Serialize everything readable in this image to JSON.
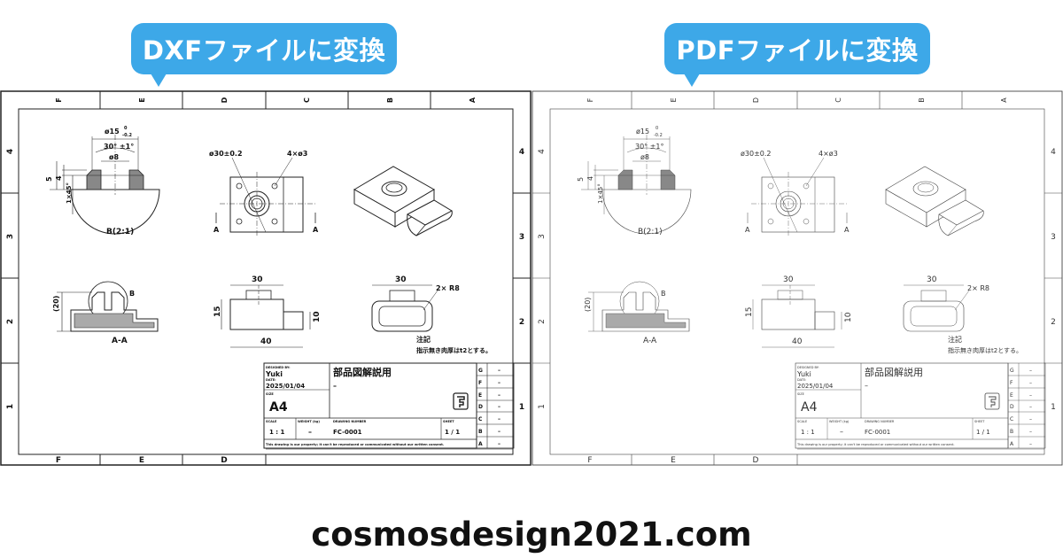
{
  "bubbles": {
    "left": "DXFファイルに変換",
    "right": "PDFファイルに変換"
  },
  "site": "cosmosdesign2021.com",
  "colors": {
    "bubble": "#3da8e8"
  },
  "sheet": {
    "cols_top": [
      "F",
      "E",
      "D",
      "C",
      "B",
      "A"
    ],
    "cols_bottom": [
      "F",
      "E",
      "D"
    ],
    "rows_left": [
      "4",
      "3",
      "2",
      "1"
    ],
    "rows_right": [
      "4",
      "3",
      "2",
      "1"
    ],
    "views": {
      "detail_label": "B(2:1)",
      "section_label": "A-A",
      "callout_b": "B",
      "dim_phi15": "ø15",
      "dim_phi15_tol_upper": "0",
      "dim_phi15_tol_lower": "-0.2",
      "dim_30deg": "30° ±1°",
      "dim_phi8": "ø8",
      "dim_5": "5",
      "dim_4": "4",
      "dim_1x45": "1×45°",
      "dim_phi30": "ø30±0.2",
      "dim_4xphi3": "4×ø3",
      "arrow_a": "A",
      "dim_20": "(20)",
      "dim_30": "30",
      "dim_15": "15",
      "dim_10": "10",
      "dim_40": "40",
      "dim_2xr8": "2× R8",
      "note_title": "注記",
      "note_body": "指示無き肉厚はt2とする。"
    },
    "title_block": {
      "designed_by_label": "DESIGNED BY:",
      "designed_by": "Yuki",
      "date_label": "DATE:",
      "date": "2025/01/04",
      "size_label": "SIZE",
      "size": "A4",
      "title": "部品図解説用",
      "subtitle": "–",
      "scale_label": "SCALE",
      "scale": "1 : 1",
      "weight_label": "WEIGHT (kg)",
      "weight": "–",
      "drawing_label": "DRAWING NUMBER",
      "drawing": "FC-0001",
      "sheet_label": "SHEET",
      "sheet": "1 / 1",
      "revisions": [
        "G",
        "F",
        "E",
        "D",
        "C",
        "B",
        "A"
      ],
      "rev_dash": "–",
      "copyright": "This drawing is our property; it can't be reproduced or communicated without our written consent."
    }
  }
}
